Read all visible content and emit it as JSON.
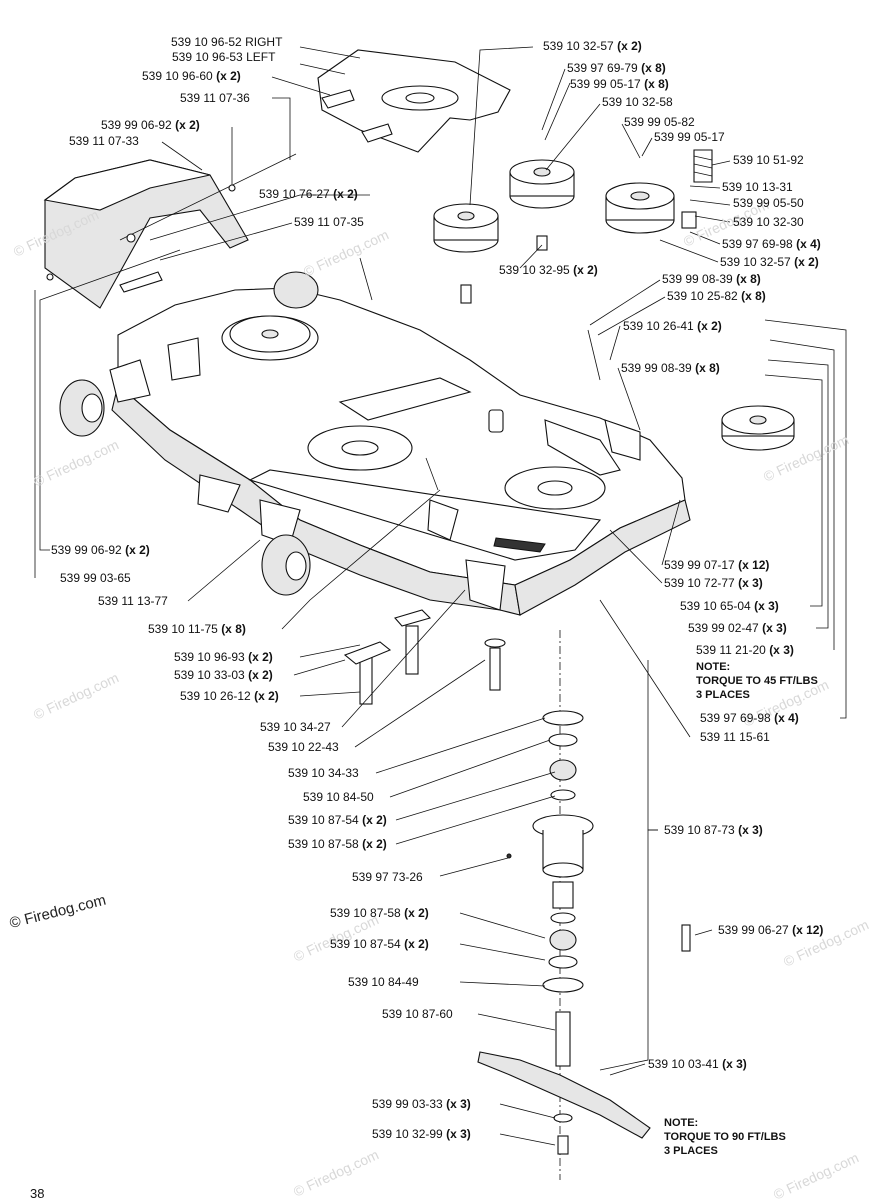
{
  "callouts": [
    {
      "id": "l1",
      "num": "539 10 96-52 RIGHT",
      "qty": ""
    },
    {
      "id": "l2",
      "num": "539 10 96-53 LEFT",
      "qty": ""
    },
    {
      "id": "l3",
      "num": "539 10 96-60",
      "qty": "(x 2)"
    },
    {
      "id": "l4",
      "num": "539 11 07-36",
      "qty": ""
    },
    {
      "id": "l5",
      "num": "539 99 06-92",
      "qty": "(x 2)"
    },
    {
      "id": "l6",
      "num": "539 11 07-33",
      "qty": ""
    },
    {
      "id": "l7",
      "num": "539 10 76-27",
      "qty": "(x 2)"
    },
    {
      "id": "l8",
      "num": "539 11 07-35",
      "qty": ""
    },
    {
      "id": "l9",
      "num": "539 10 32-57",
      "qty": "(x 2)"
    },
    {
      "id": "l10",
      "num": "539 97 69-79",
      "qty": "(x 8)"
    },
    {
      "id": "l11",
      "num": "539 99 05-17",
      "qty": "(x 8)"
    },
    {
      "id": "l12",
      "num": "539 10 32-58",
      "qty": ""
    },
    {
      "id": "l13",
      "num": "539 99 05-82",
      "qty": ""
    },
    {
      "id": "l14",
      "num": "539 99 05-17",
      "qty": ""
    },
    {
      "id": "l15",
      "num": "539 10 51-92",
      "qty": ""
    },
    {
      "id": "l16",
      "num": "539 10 13-31",
      "qty": ""
    },
    {
      "id": "l17",
      "num": "539 99 05-50",
      "qty": ""
    },
    {
      "id": "l18",
      "num": "539 10 32-30",
      "qty": ""
    },
    {
      "id": "l19",
      "num": "539 97 69-98",
      "qty": "(x 4)"
    },
    {
      "id": "l20",
      "num": "539 10 32-57",
      "qty": "(x 2)"
    },
    {
      "id": "l21",
      "num": "539 10 32-95",
      "qty": "(x 2)"
    },
    {
      "id": "l22",
      "num": "539 99 08-39",
      "qty": "(x 8)"
    },
    {
      "id": "l23",
      "num": "539 10 25-82",
      "qty": "(x 8)"
    },
    {
      "id": "l24",
      "num": "539 10 26-41",
      "qty": "(x 2)"
    },
    {
      "id": "l25",
      "num": "539 99 08-39",
      "qty": "(x 8)"
    },
    {
      "id": "l26",
      "num": "539 99 06-92",
      "qty": "(x 2)"
    },
    {
      "id": "l27",
      "num": "539 99 03-65",
      "qty": ""
    },
    {
      "id": "l28",
      "num": "539 11 13-77",
      "qty": ""
    },
    {
      "id": "l29",
      "num": "539 10 11-75",
      "qty": "(x 8)"
    },
    {
      "id": "l30",
      "num": "539 10 96-93",
      "qty": "(x 2)"
    },
    {
      "id": "l31",
      "num": "539 10 33-03",
      "qty": "(x 2)"
    },
    {
      "id": "l32",
      "num": "539 10 26-12",
      "qty": "(x 2)"
    },
    {
      "id": "l33",
      "num": "539 10 34-27",
      "qty": ""
    },
    {
      "id": "l34",
      "num": "539 10 22-43",
      "qty": ""
    },
    {
      "id": "l35",
      "num": "539 10 34-33",
      "qty": ""
    },
    {
      "id": "l36",
      "num": "539 10 84-50",
      "qty": ""
    },
    {
      "id": "l37",
      "num": "539 10 87-54",
      "qty": "(x 2)"
    },
    {
      "id": "l38",
      "num": "539 10 87-58",
      "qty": "(x 2)"
    },
    {
      "id": "l39",
      "num": "539 97 73-26",
      "qty": ""
    },
    {
      "id": "l40",
      "num": "539 99 07-17",
      "qty": "(x 12)"
    },
    {
      "id": "l41",
      "num": "539 10 72-77",
      "qty": "(x 3)"
    },
    {
      "id": "l42",
      "num": "539 10 65-04",
      "qty": "(x 3)"
    },
    {
      "id": "l43",
      "num": "539 99 02-47",
      "qty": "(x 3)"
    },
    {
      "id": "l44",
      "num": "539 11 21-20",
      "qty": "(x 3)"
    },
    {
      "id": "l45",
      "num": "539 97 69-98",
      "qty": "(x 4)"
    },
    {
      "id": "l46",
      "num": "539 11 15-61",
      "qty": ""
    },
    {
      "id": "l47",
      "num": "539 10 87-73",
      "qty": "(x 3)"
    },
    {
      "id": "l48",
      "num": "539 99 06-27",
      "qty": "(x 12)"
    },
    {
      "id": "l49",
      "num": "539 10 87-58",
      "qty": "(x 2)"
    },
    {
      "id": "l50",
      "num": "539 10 87-54",
      "qty": "(x 2)"
    },
    {
      "id": "l51",
      "num": "539 10 84-49",
      "qty": ""
    },
    {
      "id": "l52",
      "num": "539 10 87-60",
      "qty": ""
    },
    {
      "id": "l53",
      "num": "539 10 03-41",
      "qty": "(x 3)"
    },
    {
      "id": "l54",
      "num": "539 99 03-33",
      "qty": "(x 3)"
    },
    {
      "id": "l55",
      "num": "539 10 32-99",
      "qty": "(x 3)"
    }
  ],
  "notes": {
    "upper": {
      "line1": "NOTE:",
      "line2": "TORQUE TO 45 FT/LBS",
      "line3": "3 PLACES"
    },
    "lower": {
      "line1": "NOTE:",
      "line2": "TORQUE TO 90 FT/LBS",
      "line3": "3 PLACES"
    }
  },
  "copyright": "© Firedog.com",
  "watermark": "© Firedog.com",
  "page_number": "38"
}
